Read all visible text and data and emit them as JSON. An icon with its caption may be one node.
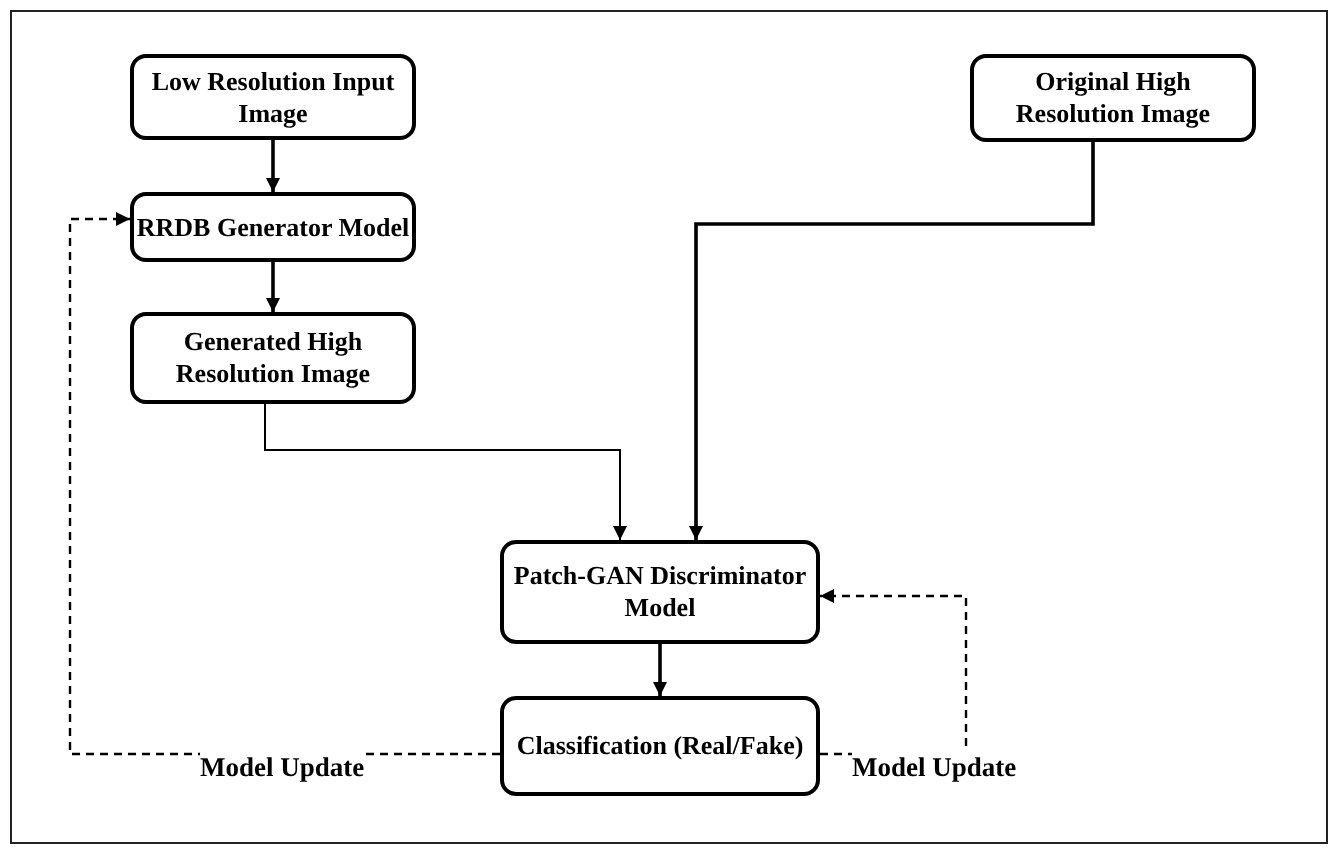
{
  "diagram": {
    "nodes": [
      {
        "text": [
          "Low Resolution Input Image"
        ]
      },
      {
        "text": [
          "RRDB Generator Model"
        ]
      },
      {
        "text": [
          "Generated High Resolution Image"
        ]
      },
      {
        "text": [
          "Original High Resolution Image"
        ]
      },
      {
        "text": [
          "Patch-GAN Discriminator Model"
        ]
      },
      {
        "text": [
          "Classification (Real/Fake)"
        ]
      }
    ],
    "edges": [
      {
        "from": 0,
        "to": 1,
        "arrow": "to"
      },
      {
        "from": 1,
        "to": 2,
        "arrow": "to"
      },
      {
        "from": 2,
        "to": 4,
        "arrow": "to"
      },
      {
        "from": 3,
        "to": 4,
        "arrow": "to"
      },
      {
        "from": 4,
        "to": 5,
        "arrow": "to"
      },
      {
        "from": 5,
        "to": 1,
        "arrow": "to",
        "style": "dashed",
        "label": "Model Update"
      },
      {
        "from": 5,
        "to": 4,
        "arrow": "to",
        "style": "dashed",
        "label": "Model Update"
      }
    ]
  }
}
